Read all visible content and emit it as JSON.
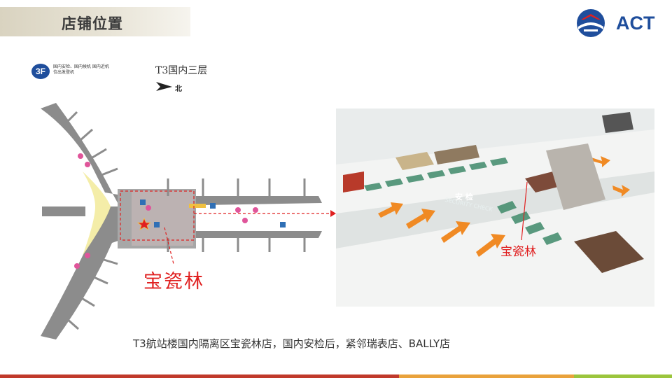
{
  "slide": {
    "title": "店铺位置",
    "logo_text": "ACT",
    "caption": "T3航站楼国内隔离区宝瓷林店，国内安检后，紧邻瑞表店、BALLY店"
  },
  "map": {
    "title": "T3国内三层",
    "floor_badge": "3F",
    "floor_desc": "国内安检、国内候机 国内近机位出发登机",
    "north_label": "北",
    "store_label": "宝瓷林"
  },
  "photo": {
    "store_label": "宝瓷林",
    "security_label": "安 检",
    "security_label_en": "SECURITY CHECK"
  },
  "colors": {
    "brand_blue": "#1f4e9c",
    "highlight_red": "#e02020",
    "title_band": "#d9d3c0",
    "bottom_bar": [
      "#c0392b",
      "#e9a23b",
      "#9bc53d"
    ]
  },
  "icons": [
    "star-icon",
    "north-arrow-icon",
    "act-logo-icon"
  ]
}
